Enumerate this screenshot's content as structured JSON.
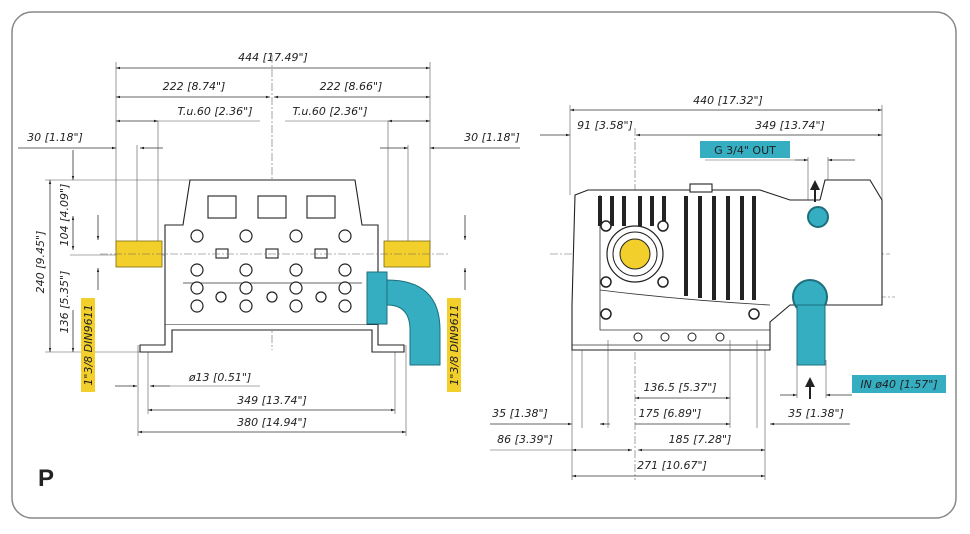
{
  "view_label": "P",
  "colors": {
    "shaft": "#f2cf2a",
    "water": "#35aec2",
    "frame": "#888888"
  },
  "front_view": {
    "overall_width": "444 [17.49\"]",
    "half_left": "222 [8.74\"]",
    "half_right": "222 [8.66\"]",
    "shaft_left": "T.u.60 [2.36\"]",
    "shaft_right": "T.u.60 [2.36\"]",
    "key_left": "30 [1.18\"]",
    "key_right": "30 [1.18\"]",
    "total_height": "240 [9.45\"]",
    "upper_height": "104 [4.09\"]",
    "lower_height": "136 [5.35\"]",
    "port_left": "1\"3/8 DIN9611",
    "port_right": "1\"3/8 DIN9611",
    "hole_dia": "ø13 [0.51\"]",
    "mount_inner": "349 [13.74\"]",
    "mount_outer": "380 [14.94\"]"
  },
  "side_view": {
    "overall_length": "440 [17.32\"]",
    "shaft_offset": "91 [3.58\"]",
    "to_end": "349 [13.74\"]",
    "outlet": "G 3/4\" OUT",
    "inlet": "IN ø40 [1.57\"]",
    "holes_span": "136.5 [5.37\"]",
    "foot_left": "35 [1.38\"]",
    "foot_span": "175 [6.89\"]",
    "inlet_offset": "35 [1.38\"]",
    "shaft_to_foot": "86 [3.39\"]",
    "shaft_to_rear": "185 [7.28\"]",
    "base_length": "271 [10.67\"]"
  }
}
